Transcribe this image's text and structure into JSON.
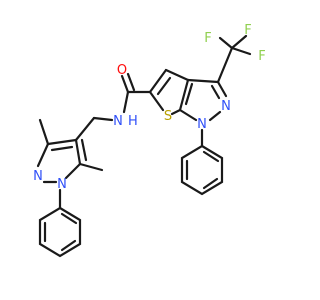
{
  "structure": {
    "atoms": {
      "O": {
        "text": "O",
        "color": "#ff0d0d"
      },
      "NH": {
        "text": "N",
        "sub": "H",
        "color": "#3050f8"
      },
      "S": {
        "text": "S",
        "color": "#b8a000"
      },
      "N_thienopyrazole_1": {
        "text": "N",
        "color": "#3050f8"
      },
      "N_thienopyrazole_2": {
        "text": "N",
        "color": "#3050f8"
      },
      "N_pyrazole_1": {
        "text": "N",
        "color": "#3050f8"
      },
      "N_pyrazole_2": {
        "text": "N",
        "color": "#3050f8"
      },
      "F1": {
        "text": "F",
        "color": "#90d050"
      },
      "F2": {
        "text": "F",
        "color": "#90d050"
      },
      "F3": {
        "text": "F",
        "color": "#90d050"
      }
    },
    "bond_color": "#1a1a1a"
  }
}
